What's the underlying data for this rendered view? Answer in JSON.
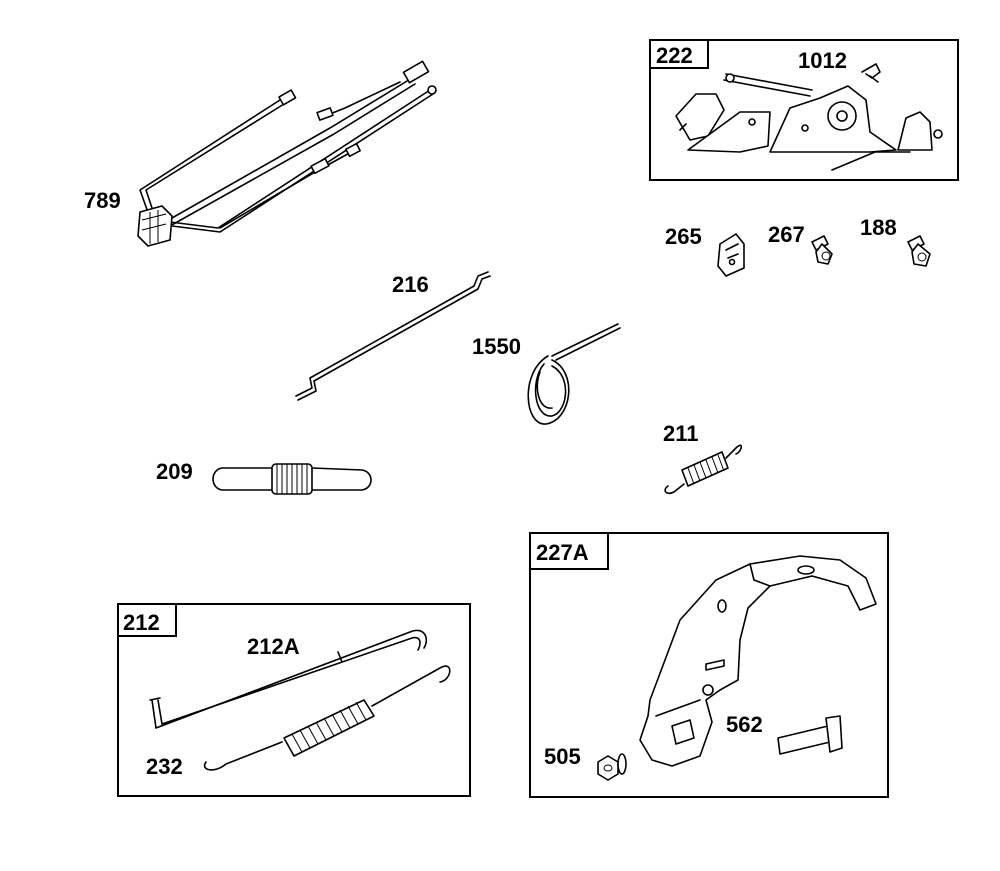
{
  "parts": {
    "p789": "789",
    "p222": "222",
    "p1012": "1012",
    "p265": "265",
    "p267": "267",
    "p188": "188",
    "p216": "216",
    "p1550": "1550",
    "p211": "211",
    "p209": "209",
    "p227A": "227A",
    "p212": "212",
    "p212A": "212A",
    "p232": "232",
    "p505": "505",
    "p562": "562"
  }
}
